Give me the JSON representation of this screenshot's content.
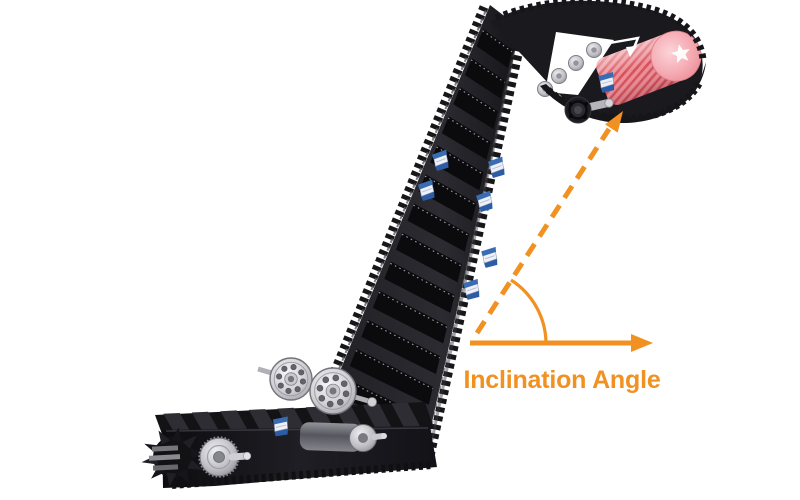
{
  "figure": {
    "subject": "Inclined corrugated sidewall cleated belt conveyor",
    "background_color": "#ffffff"
  },
  "annotation": {
    "label": "Inclination Angle",
    "color": "#f19122",
    "elements": [
      "dashed-incline-arrow",
      "horizontal-baseline-arrow",
      "angle-arc"
    ]
  },
  "palette": {
    "belt_black": "#1f1f24",
    "cleat_dark": "#0b0b0e",
    "metal_light": "#ececf0",
    "metal_mid": "#a9a9b0",
    "metal_dark": "#6e6e74",
    "drive_pulley_pink": "#ee8d94",
    "drive_pulley_stripe": "#d4505c",
    "drive_pulley_face": "#f7c1c8",
    "clamp_blue": "#3a6cb4"
  },
  "components": [
    "corrugated-sidewall-belt",
    "incline-section",
    "head-section",
    "drive-pulley",
    "return-rollers",
    "bearing-hub",
    "bottom-section",
    "tail-pulley",
    "bend-roller",
    "flange-wheels",
    "wheel-axle",
    "belt-clamps"
  ]
}
